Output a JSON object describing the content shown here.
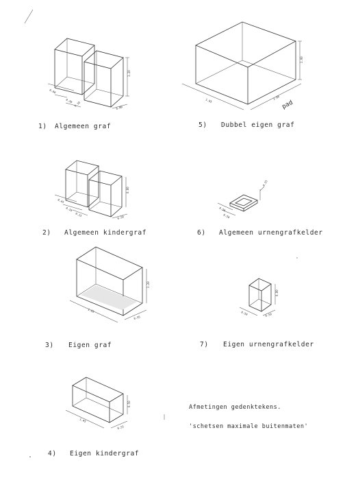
{
  "figures": [
    {
      "number": "1)",
      "label": "Algemeen graf"
    },
    {
      "number": "2)",
      "label": "Algemeen kindergraf"
    },
    {
      "number": "3)",
      "label": "Eigen graf"
    },
    {
      "number": "4)",
      "label": "Eigen kindergraf"
    },
    {
      "number": "5)",
      "label": "Dubbel eigen graf"
    },
    {
      "number": "6)",
      "label": "Algemeen urnengrafkelder"
    },
    {
      "number": "7)",
      "label": "Eigen urnengrafkelder"
    }
  ],
  "notes": {
    "title": "Afmetingen gedenktekens.",
    "subtitle": "'schetsen maximale buitenmaten'"
  },
  "path_label": "pad",
  "colors": {
    "line": "#333333",
    "background": "#ffffff"
  }
}
